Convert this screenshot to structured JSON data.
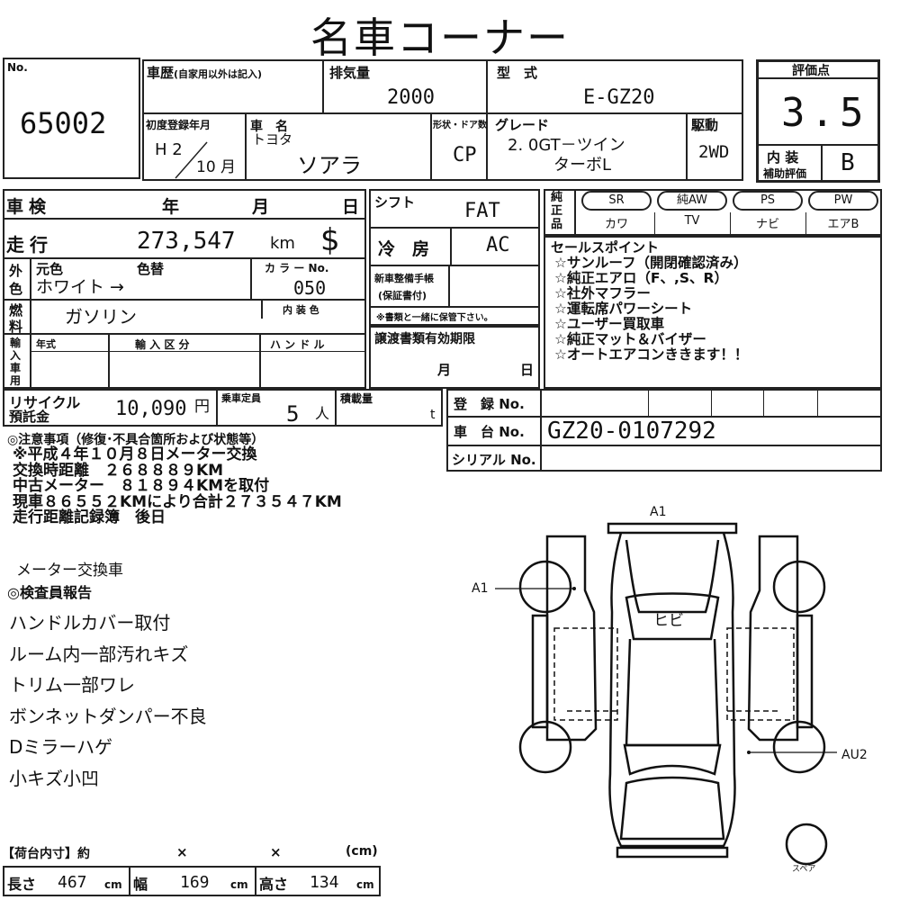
{
  "title": "名車コーナー",
  "lot": {
    "no_label": "No.",
    "number": "65002"
  },
  "history": {
    "label": "車歴",
    "note": "(自家用以外は記入)"
  },
  "displacement": {
    "label": "排気量",
    "value": "2000"
  },
  "model": {
    "label": "型　式",
    "value": "E-GZ20"
  },
  "score": {
    "label": "評価点",
    "value": "3.5",
    "interior_label_1": "内 装",
    "interior_label_2": "補助評価",
    "interior_value": "B"
  },
  "first_reg": {
    "label": "初度登録年月",
    "era": "H 2",
    "month": "10 月"
  },
  "car_name": {
    "label": "車　名",
    "maker": "トヨタ",
    "name": "ソアラ"
  },
  "shape": {
    "label": "形状・ドア数",
    "value": "CP"
  },
  "grade": {
    "label": "グレード",
    "line1": "2. 0GT－ツイン",
    "line2": "ターボL"
  },
  "drive": {
    "label": "駆動",
    "value": "2WD"
  },
  "inspection": {
    "label": "車検",
    "year": "年",
    "month": "月",
    "day": "日"
  },
  "mileage": {
    "label": "走行",
    "value": "273,547",
    "unit": "km",
    "mark": "$"
  },
  "color": {
    "label1": "外",
    "label2": "色",
    "orig_label": "元色",
    "change_label": "色替",
    "value": "ホワイト →",
    "code_label": "カ ラ ー No.",
    "code": "050",
    "interior_color_label": "内 装 色"
  },
  "fuel": {
    "label1": "燃",
    "label2": "料",
    "value": "ガソリン"
  },
  "import": {
    "label": "輸入車用",
    "year_label": "年式",
    "class_label": "輸 入 区 分",
    "handle_label": "ハ ン ド ル"
  },
  "shift": {
    "label": "シフト",
    "value": "FAT"
  },
  "ac": {
    "label": "冷　房",
    "value": "AC"
  },
  "warranty": {
    "label1": "新車整備手帳",
    "label2": "(保証書付)",
    "note": "※書類と一緒に保管下さい。"
  },
  "transfer": {
    "label": "譲渡書類有効期限",
    "month": "月",
    "day": "日"
  },
  "equipment": {
    "label": "純正品",
    "items": [
      {
        "name": "SR",
        "value": "カワ"
      },
      {
        "name": "純AW",
        "value": "TV"
      },
      {
        "name": "PS",
        "value": "ナビ"
      },
      {
        "name": "PW",
        "value": "エアB"
      }
    ]
  },
  "sales_points": {
    "label": "セールスポイント",
    "items": [
      "☆サンルーフ（開閉確認済み）",
      "☆純正エアロ（F、,S、R）",
      "☆社外マフラー",
      "☆運転席パワーシート",
      "☆ユーザー買取車",
      "☆純正マット＆バイザー",
      "☆オートエアコンききます！！"
    ]
  },
  "recycle": {
    "label1": "リサイクル",
    "label2": "預託金",
    "value": "10,090",
    "unit": "円"
  },
  "capacity": {
    "label": "乗車定員",
    "value": "5",
    "unit": "人"
  },
  "load": {
    "label": "積載量",
    "unit": "t"
  },
  "registration": {
    "label": "登　録 No."
  },
  "chassis": {
    "label": "車　台 No.",
    "value": "GZ20-0107292"
  },
  "serial": {
    "label": "シリアル No."
  },
  "notes": {
    "header": "◎注意事項（修復･不具合箇所および状態等）",
    "lines": [
      "※平成４年１０月８日メーター交換",
      "交換時距離　２６８８８９KM",
      "中古メーター　８１８９４KMを取付",
      "現車８６５５２KMにより合計２７３５４７KM",
      "走行距離記録簿　後日"
    ],
    "extra": "メーター交換車"
  },
  "inspector": {
    "header": "◎検査員報告",
    "items": [
      "ハンドルカバー取付",
      "ルーム内一部汚れキズ",
      "トリム一部ワレ",
      "ボンネットダンパー不良",
      "Dミラーハゲ",
      "小キズ小凹"
    ]
  },
  "diagram": {
    "top_label": "A1",
    "left_label": "A1",
    "right_label": "AU2",
    "glass_label": "ヒビ",
    "spare_label": "スペア"
  },
  "cargo": {
    "label": "【荷台内寸】約",
    "x1": "×",
    "x2": "×",
    "unit": "(cm)"
  },
  "dimensions": {
    "length_label": "長さ",
    "length": "467",
    "width_label": "幅",
    "width": "169",
    "height_label": "高さ",
    "height": "134",
    "unit": "cm"
  }
}
